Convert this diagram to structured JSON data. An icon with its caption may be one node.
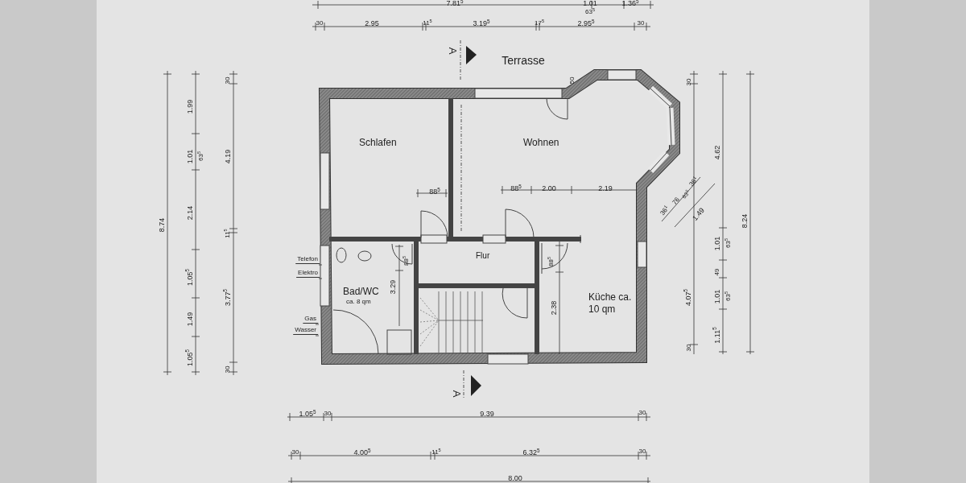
{
  "diagram": {
    "nodes": [
      {
        "text": [
          "Schlafen"
        ]
      },
      {
        "text": [
          "Wohnen"
        ]
      },
      {
        "text": [
          "Flur"
        ]
      },
      {
        "text": [
          "Bad/WC",
          "ca. 8 qm"
        ]
      },
      {
        "text": [
          "Küche ca. 10 qm"
        ]
      }
    ],
    "edges": [],
    "labels": [
      "7.81$^{5}$",
      "1.01",
      "63$^{5}$",
      "1.36$^{5}$",
      "30",
      "2.95",
      "11$^{5}$",
      "3.19$^{5}$",
      "17$^{5}$",
      "2.95$^{5}$",
      "30",
      "A",
      "Terrasse",
      "50",
      "8.74",
      "1.99",
      "1.01",
      "63$^{5}$",
      "2.14",
      "1.05$^{5}$",
      "1.49",
      "1.05$^{5}$",
      "30",
      "4.19",
      "11$^{5}$",
      "3.77$^{5}$",
      "30",
      "88$^{5}$",
      "88$^{5}$",
      "2.00",
      "2.19",
      "Telefon",
      "Elektro",
      "88$^{5}$",
      "3.29",
      "88$^{5}$",
      "2.38",
      "Gas",
      "Wasser",
      "30",
      "4.62",
      "36$^{1}$",
      "76",
      "63$^{5}$",
      "36$^{1}$",
      "1.49",
      "1.01",
      "63$^{5}$",
      "49",
      "4.07$^{5}$",
      "1.01",
      "63$^{5}$",
      "1.11$^{5}$",
      "30",
      "8.24",
      "A",
      "1.05$^{5}$",
      "30",
      "9.39",
      "30",
      "30",
      "4.00$^{5}$",
      "11$^{5}$",
      "6.32$^{5}$",
      "30",
      "8.00"
    ]
  }
}
